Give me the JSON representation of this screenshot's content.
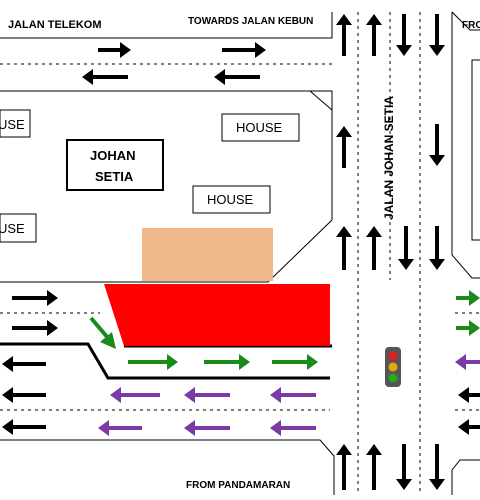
{
  "labels": {
    "jalan_telekom": "JALAN TELEKOM",
    "towards_jalan_kebun": "TOWARDS JALAN KEBUN",
    "from_top_right": "FRO",
    "jalan_johan_setia": "JALAN JOHAN SETIA",
    "house_left_top": "USE",
    "house_top": "HOUSE",
    "house_mid": "HOUSE",
    "house_left_bottom": "USE",
    "johan": "JOHAN",
    "setia": "SETIA",
    "from_pandamaran": "FROM PANDAMARAN"
  },
  "colors": {
    "road_outline": "#000000",
    "black_arrow": "#000000",
    "green_arrow": "#1a8a1a",
    "purple_arrow": "#7b3aa6",
    "red_zone": "#ff0000",
    "tan_building": "#f0b98a",
    "traffic_light_body": "#555555",
    "light_red": "#e02020",
    "light_amber": "#e8a800",
    "light_green": "#22aa22"
  },
  "traffic_light": {
    "icon": "traffic-light-icon",
    "lamps": [
      "red",
      "amber",
      "green"
    ]
  },
  "arrows": {
    "right_black": {
      "icon": "arrow-right-icon",
      "color": "black"
    },
    "left_black": {
      "icon": "arrow-left-icon",
      "color": "black"
    },
    "up_black": {
      "icon": "arrow-up-icon",
      "color": "black"
    },
    "down_black": {
      "icon": "arrow-down-icon",
      "color": "black"
    },
    "right_green": {
      "icon": "arrow-right-icon",
      "color": "green"
    },
    "left_purple": {
      "icon": "arrow-left-icon",
      "color": "purple"
    }
  }
}
